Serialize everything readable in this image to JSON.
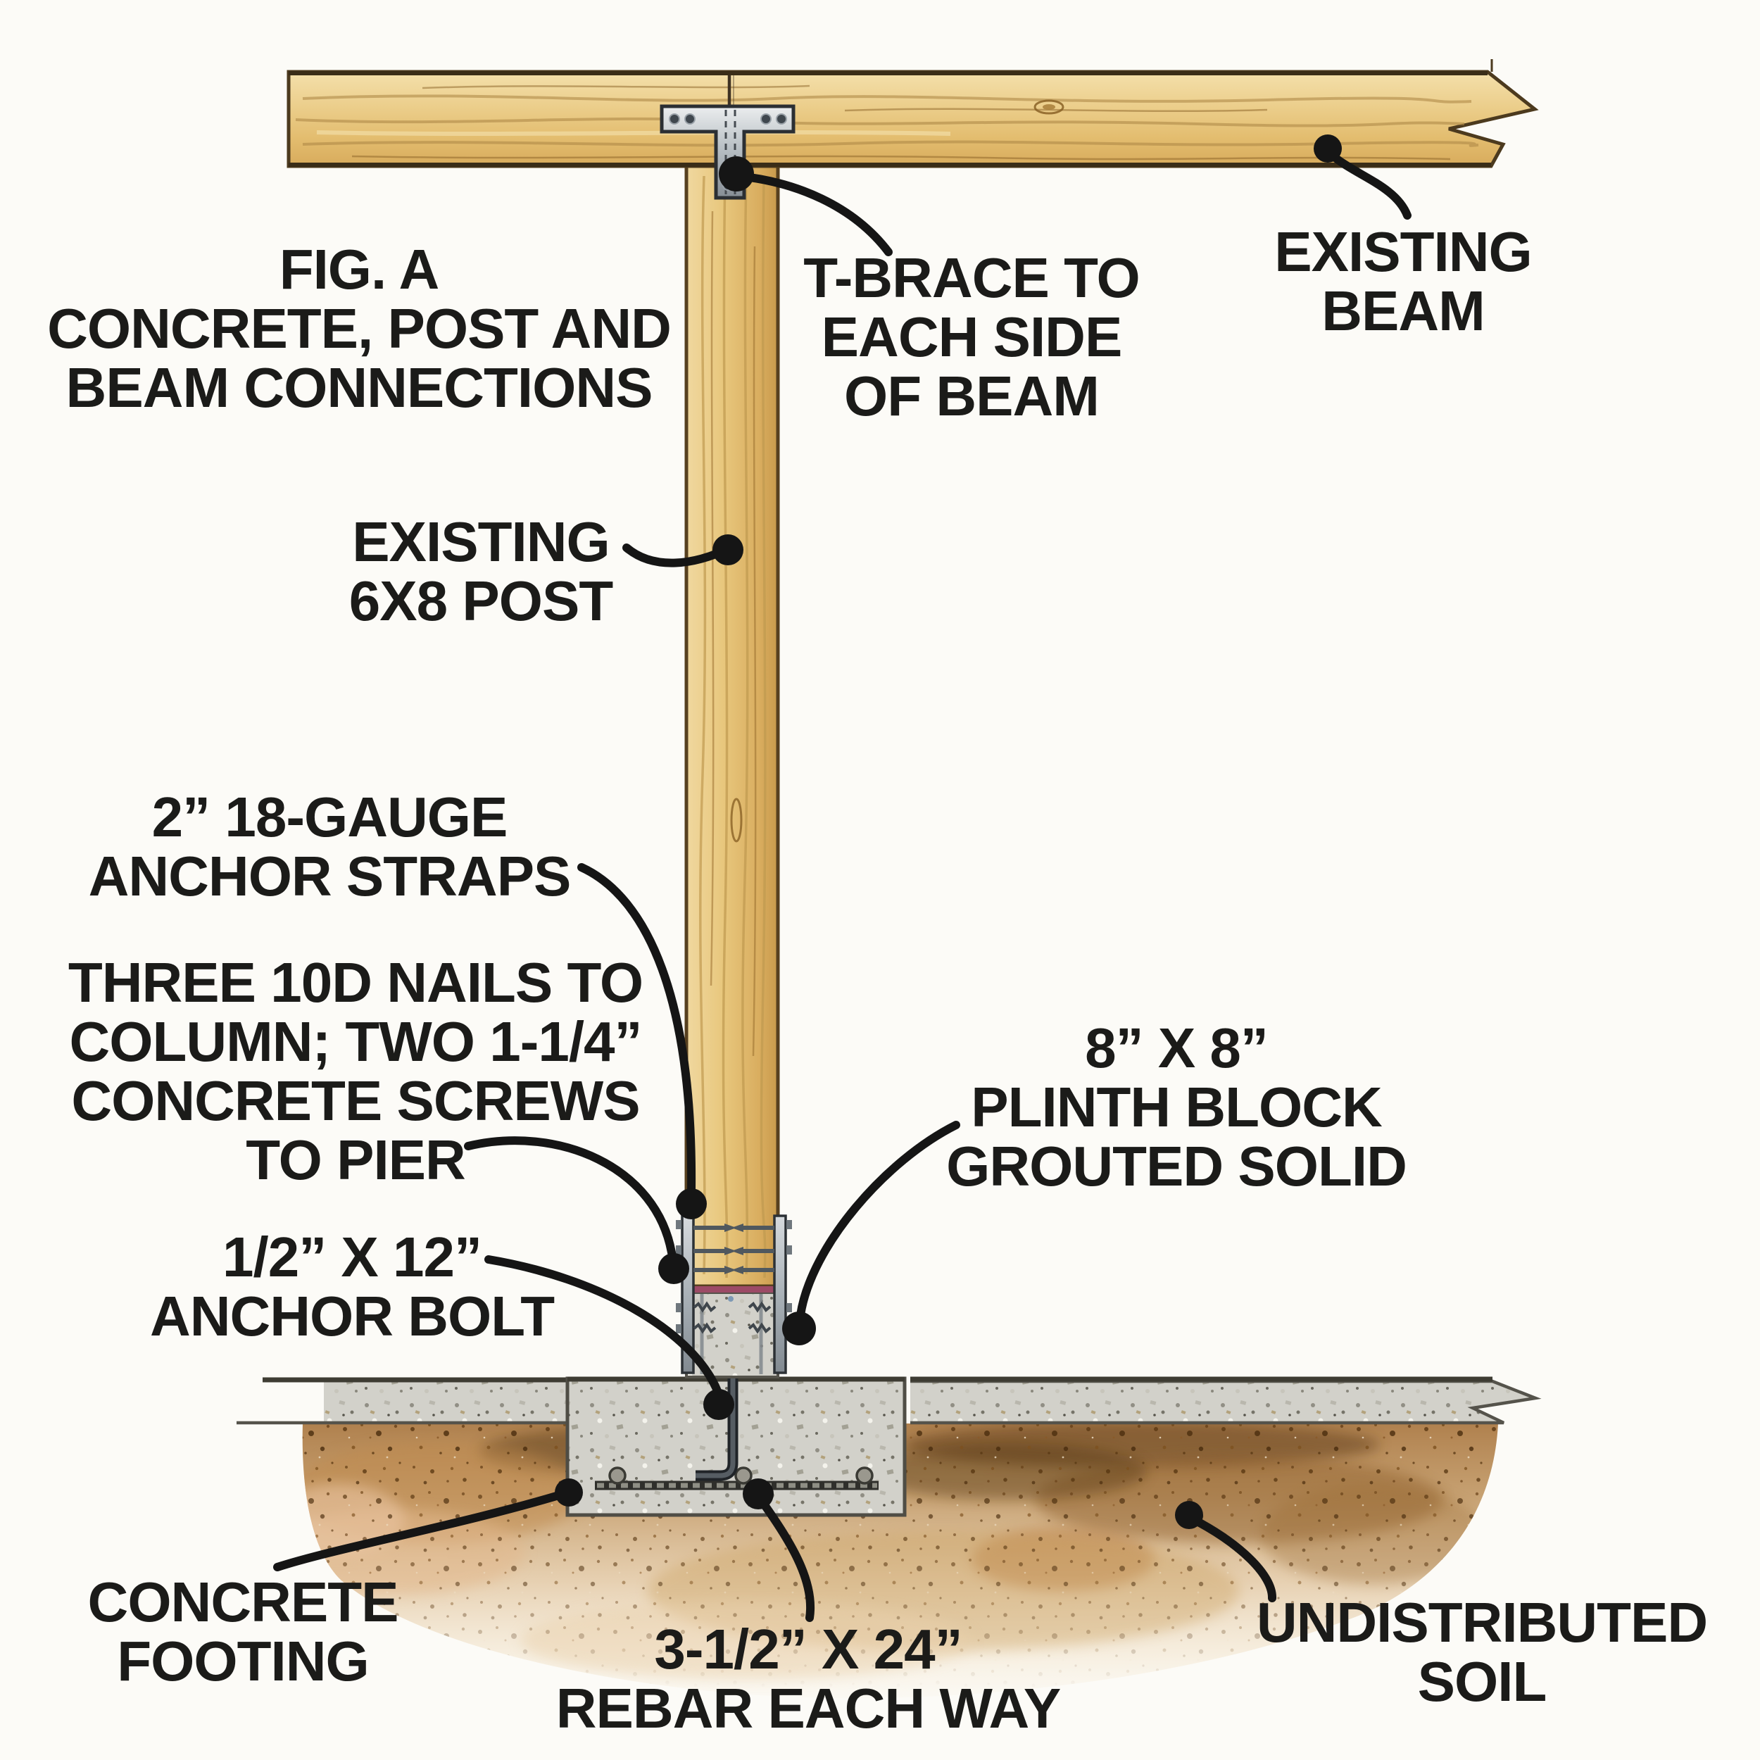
{
  "figure_labels": {
    "title": "FIG. A\nCONCRETE, POST AND\nBEAM CONNECTIONS",
    "t_brace": "T-BRACE TO\nEACH SIDE\nOF BEAM",
    "existing_beam": "EXISTING\nBEAM",
    "existing_post": "EXISTING\n6X8 POST",
    "anchor_straps": "2” 18-GAUGE\nANCHOR STRAPS",
    "nails": "THREE 10D NAILS TO\nCOLUMN; TWO 1-1/4”\nCONCRETE SCREWS\nTO PIER",
    "plinth": "8” X 8”\nPLINTH BLOCK\nGROUTED SOLID",
    "anchor_bolt": "1/2” X 12”\nANCHOR BOLT",
    "footing": "CONCRETE\nFOOTING",
    "rebar": "3-1/2” X 24”\nREBAR EACH WAY",
    "soil": "UNDISTRIBUTED\nSOIL"
  },
  "colors": {
    "background": "#fcfbf7",
    "ink": "#1b1b19",
    "leader": "#151515",
    "wood_outline": "#4c3a1e",
    "wood_mid": "#e7c478",
    "metal_mid": "#aab2b8",
    "concrete": "#d2d1ca",
    "soil_dark": "#5f3c16",
    "soil_mid": "#b98a50",
    "barrier": "#9c4a66"
  }
}
